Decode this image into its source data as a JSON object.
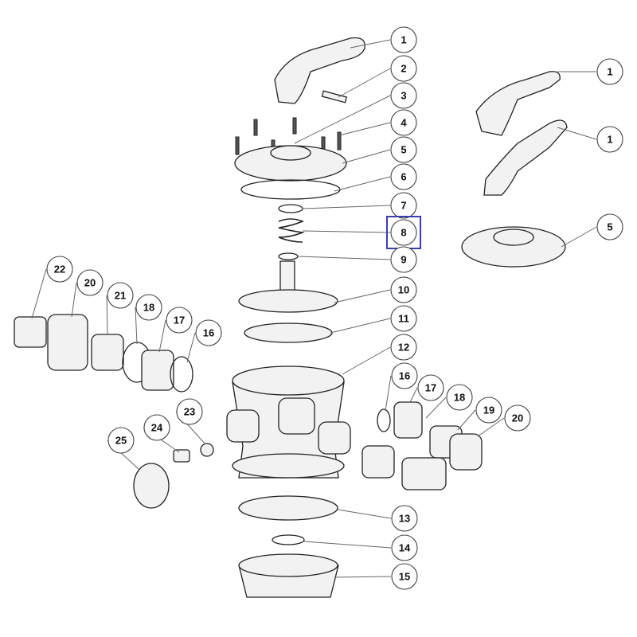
{
  "title": "Multiport valve exploded parts diagram",
  "highlighted_part": "8",
  "callouts": [
    {
      "label": "1"
    },
    {
      "label": "2"
    },
    {
      "label": "3"
    },
    {
      "label": "4"
    },
    {
      "label": "5"
    },
    {
      "label": "6"
    },
    {
      "label": "7"
    },
    {
      "label": "8"
    },
    {
      "label": "9"
    },
    {
      "label": "10"
    },
    {
      "label": "11"
    },
    {
      "label": "12"
    },
    {
      "label": "1"
    },
    {
      "label": "1"
    },
    {
      "label": "5"
    },
    {
      "label": "22"
    },
    {
      "label": "20"
    },
    {
      "label": "21"
    },
    {
      "label": "18"
    },
    {
      "label": "17"
    },
    {
      "label": "16"
    },
    {
      "label": "16"
    },
    {
      "label": "17"
    },
    {
      "label": "18"
    },
    {
      "label": "19"
    },
    {
      "label": "20"
    },
    {
      "label": "23"
    },
    {
      "label": "24"
    },
    {
      "label": "25"
    },
    {
      "label": "13"
    },
    {
      "label": "14"
    },
    {
      "label": "15"
    }
  ],
  "colors": {
    "highlight": "#3a3fa8",
    "line": "#222222"
  }
}
